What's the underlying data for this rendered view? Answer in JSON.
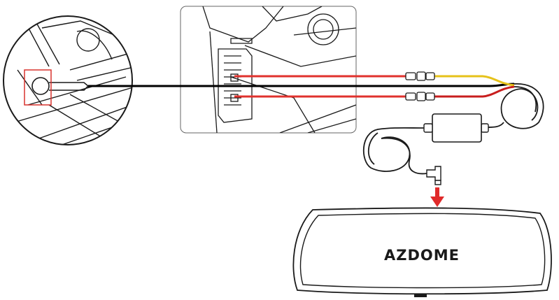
{
  "brand": {
    "logo_text": "AZDOME"
  },
  "wires": {
    "ground_color": "#000000",
    "acc_color": "#e0322d",
    "acc_fuse_color": "#c81e1e",
    "battery_color": "#e6c21a",
    "cable_color": "#1a1a1a"
  },
  "highlight": {
    "ground_box_color": "#d9332e",
    "arrow_color": "#e02a2a"
  },
  "icons": {
    "ground_detail": "ground-bolt-detail",
    "fuse_box": "fuse-box-panel",
    "hardwire_box": "hardwire-kit-converter",
    "mirror": "rearview-mirror-dashcam",
    "arrow": "down-arrow"
  }
}
